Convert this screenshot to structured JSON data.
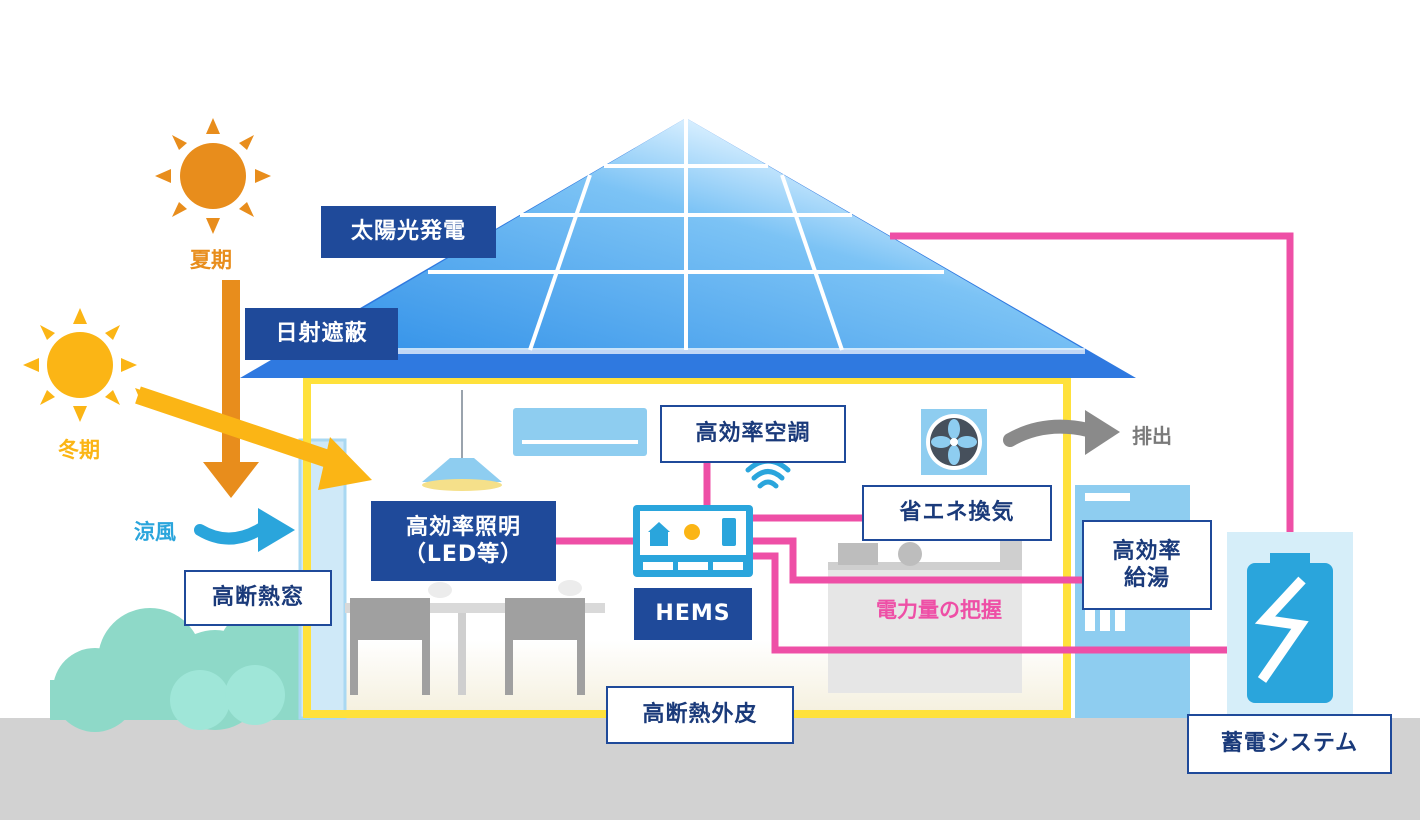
{
  "labels": {
    "solar": "太陽光発電",
    "shading": "日射遮蔽",
    "summer": "夏期",
    "winter": "冬期",
    "breeze": "涼風",
    "window": "高断熱窓",
    "lighting_1": "高効率照明",
    "lighting_2": "（LED等）",
    "hems": "HEMS",
    "aircon": "高効率空調",
    "ventilation": "省エネ換気",
    "exhaust": "排出",
    "water_heater_1": "高効率",
    "water_heater_2": "給湯",
    "power_monitor": "電力量の把握",
    "insulation": "高断熱外皮",
    "battery": "蓄電システム"
  },
  "colors": {
    "navy": "#1f4a9a",
    "pink": "#ee4fa6",
    "yellow_frame": "#ffe13b",
    "sun_summer": "#e88d1c",
    "sun_winter": "#fbb515",
    "breeze": "#2aa5dc",
    "roof": "#2f79e0",
    "ground": "#d2d2d2"
  }
}
